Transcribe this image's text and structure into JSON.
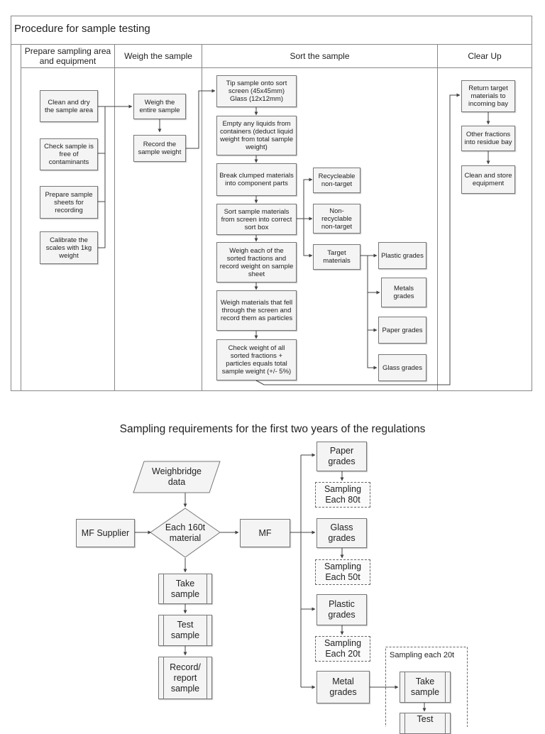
{
  "procedure": {
    "title": "Procedure for sample testing",
    "lanes": {
      "prepare": "Prepare sampling area and equipment",
      "weigh": "Weigh the sample",
      "sort": "Sort the sample",
      "clear": "Clear Up"
    },
    "prepare_steps": [
      "Clean and dry the sample area",
      "Check sample is free of contaminants",
      "Prepare sample sheets for recording",
      "Calibrate the scales with 1kg weight"
    ],
    "weigh_steps": [
      "Weigh the entire sample",
      "Record the sample weight"
    ],
    "sort_steps": [
      "Tip sample onto sort screen (45x45mm) Glass (12x12mm)",
      "Empty any liquids from containers (deduct liquid weight from total sample weight)",
      "Break clumped materials into component parts",
      "Sort sample materials from screen into correct sort box",
      "Weigh each of the sorted fractions and record weight on sample sheet",
      "Weigh materials that fell through the screen and record them as particles",
      "Check weight of all sorted fractions + particles equals total sample weight (+/- 5%)"
    ],
    "sort_boxes": [
      "Recycleable non-target",
      "Non-\nrecyclable non-target",
      "Target materials"
    ],
    "target_grades": [
      "Plastic grades",
      "Metals grades",
      "Paper grades",
      "Glass grades"
    ],
    "clear_steps": [
      "Return target materials to incoming bay",
      "Other fractions into residue bay",
      "Clean and store equipment"
    ]
  },
  "requirements": {
    "title": "Sampling requirements for the first two years of the regulations",
    "weighbridge": "Weighbridge\ndata",
    "supplier": "MF Supplier",
    "decision": "Each 160t\nmaterial",
    "mf": "MF",
    "take_sample": "Take\nsample",
    "test_sample": "Test\nsample",
    "record_sample": "Record/\nreport\nsample",
    "grades": [
      {
        "name": "Paper\ngrades",
        "sampling": "Sampling\nEach 80t"
      },
      {
        "name": "Glass\ngrades",
        "sampling": "Sampling\nEach 50t"
      },
      {
        "name": "Plastic\ngrades",
        "sampling": "Sampling\nEach 20t"
      },
      {
        "name": "Metal\ngrades"
      }
    ],
    "metal_group_label": "Sampling each   20t",
    "metal_take": "Take\nsample",
    "metal_test": "Test"
  }
}
